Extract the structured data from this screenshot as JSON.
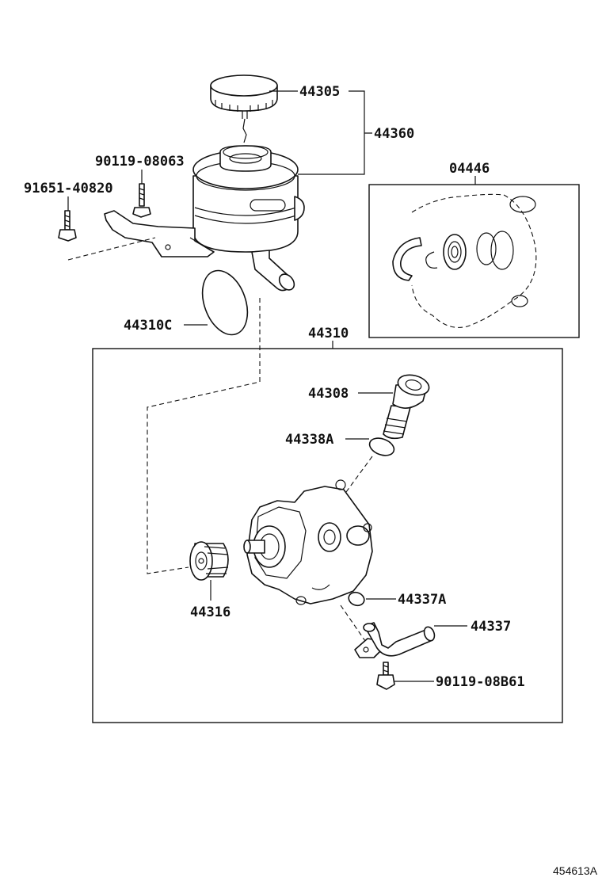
{
  "labels": {
    "cap": "44305",
    "reservoir_assy": "44360",
    "bolt_upper": "90119-08063",
    "bolt_left": "91651-40820",
    "gasket": "44310C",
    "pump_assy": "44310",
    "kit": "04446",
    "valve": "44308",
    "oring_valve": "44338A",
    "pulley": "44316",
    "oring_union": "44337A",
    "union": "44337",
    "bolt_union": "90119-08B61"
  },
  "diagram_code": "454613A"
}
